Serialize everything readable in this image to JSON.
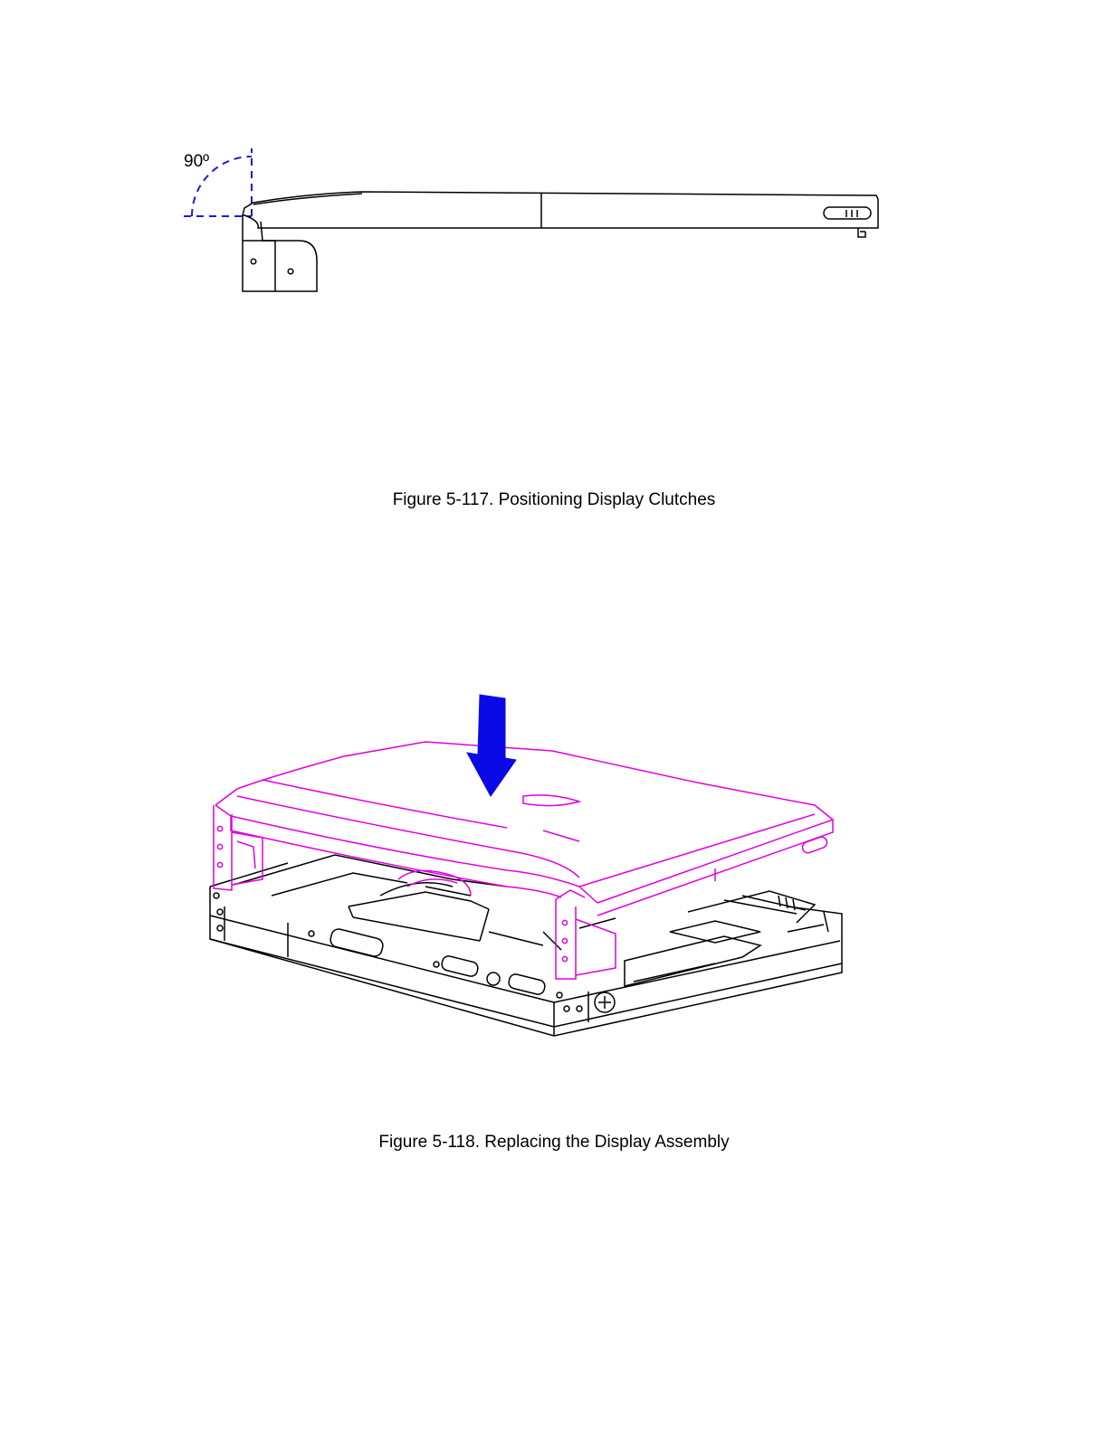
{
  "figure1": {
    "angle_label": "90º",
    "caption": "Figure 5-117. Positioning Display Clutches"
  },
  "figure2": {
    "caption": "Figure 5-118. Replacing the Display Assembly"
  },
  "colors": {
    "angle_guide": "#1a1adb",
    "display_outline": "#e000e0",
    "arrow": "#0a0ae6",
    "line_art": "#000000"
  }
}
